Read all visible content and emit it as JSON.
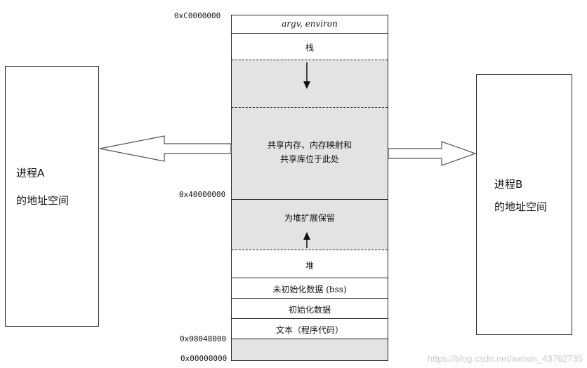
{
  "process_a": {
    "line1": "进程A",
    "line2": "的地址空间"
  },
  "process_b": {
    "line1": "进程B",
    "line2": "的地址空间"
  },
  "addresses": {
    "top": "0xC0000000",
    "mid": "0x40000000",
    "text": "0x08048000",
    "zero": "0x00000000"
  },
  "segments": {
    "args": "argv, environ",
    "stack": "栈",
    "shared_line1": "共享内存、内存映射和",
    "shared_line2": "共享库位于此处",
    "heap_reserve": "为堆扩展保留",
    "heap": "堆",
    "bss": "未初始化数据 (bss)",
    "data": "初始化数据",
    "text": "文本（程序代码）"
  },
  "watermark": "https://blog.csdn.net/weixin_43762735"
}
